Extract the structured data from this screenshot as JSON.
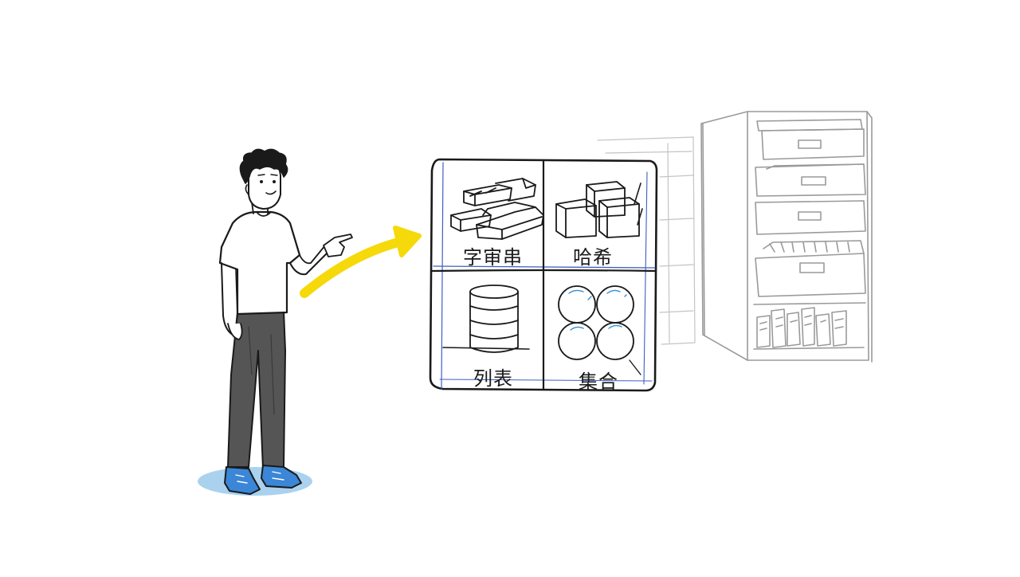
{
  "grid": {
    "cells": [
      {
        "label": "字审串",
        "icon": "bricks-icon"
      },
      {
        "label": "哈希",
        "icon": "cubes-icon"
      },
      {
        "label": "列表",
        "icon": "stacked-disks-icon"
      },
      {
        "label": "集合",
        "icon": "circles-icon"
      }
    ]
  },
  "colors": {
    "ink": "#1a1a1a",
    "arrow": "#f5d90a",
    "shoes": "#3b86d6",
    "shadow": "#8ec3ea",
    "pants": "#555555",
    "grid_accent": "#3e5fc2",
    "cabinet": "#9a9a9a"
  }
}
